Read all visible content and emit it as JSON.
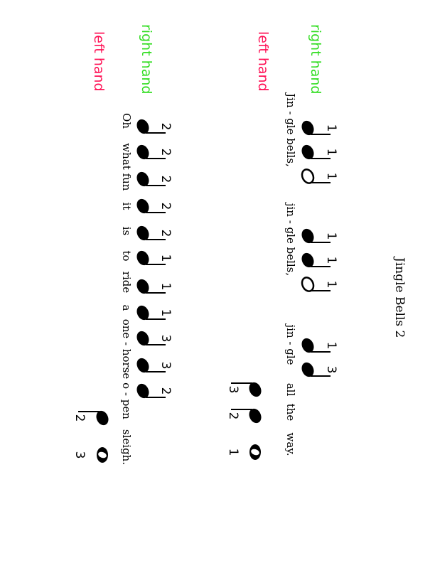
{
  "title": "Jingle Bells  2",
  "colors": {
    "right_hand": "#33dd22",
    "left_hand": "#ff1155"
  },
  "labels": {
    "r1": "right hand",
    "l1": "left hand",
    "r2": "right hand",
    "l2": "left hand"
  },
  "lines": [
    {
      "name": "system-1-right-hand",
      "notes": [
        {
          "type": "quarter",
          "finger": "1"
        },
        {
          "type": "quarter",
          "finger": "1"
        },
        {
          "type": "half",
          "finger": "1"
        },
        {
          "type": "quarter",
          "finger": "1"
        },
        {
          "type": "quarter",
          "finger": "1"
        },
        {
          "type": "half",
          "finger": "1"
        },
        {
          "type": "quarter",
          "finger": "1"
        },
        {
          "type": "quarter",
          "finger": "3"
        }
      ]
    },
    {
      "name": "system-1-left-hand",
      "notes": [
        {
          "type": "quarter-down",
          "finger": "3"
        },
        {
          "type": "quarter-down",
          "finger": "2"
        },
        {
          "type": "whole",
          "finger": "1"
        }
      ]
    },
    {
      "name": "system-2-right-hand",
      "notes": [
        {
          "type": "quarter",
          "finger": "2"
        },
        {
          "type": "quarter",
          "finger": "2"
        },
        {
          "type": "quarter",
          "finger": "2"
        },
        {
          "type": "quarter",
          "finger": "2"
        },
        {
          "type": "quarter",
          "finger": "2"
        },
        {
          "type": "quarter",
          "finger": "1"
        },
        {
          "type": "quarter",
          "finger": "1"
        },
        {
          "type": "quarter",
          "finger": "1"
        },
        {
          "type": "quarter",
          "finger": "3"
        },
        {
          "type": "quarter",
          "finger": "3"
        },
        {
          "type": "quarter",
          "finger": "2"
        }
      ]
    },
    {
      "name": "system-2-left-hand",
      "notes": [
        {
          "type": "quarter-down",
          "finger": "2"
        },
        {
          "type": "whole",
          "finger": "3"
        }
      ]
    }
  ],
  "lyrics1": [
    "Jin - gle bells,",
    "jin - gle bells,",
    "jin - gle",
    "all",
    "the",
    "way."
  ],
  "lyrics2": [
    "Oh",
    "what",
    "fun",
    "it",
    "is",
    "to",
    "ride",
    "a",
    "one - horse",
    "o - pen",
    "sleigh."
  ]
}
